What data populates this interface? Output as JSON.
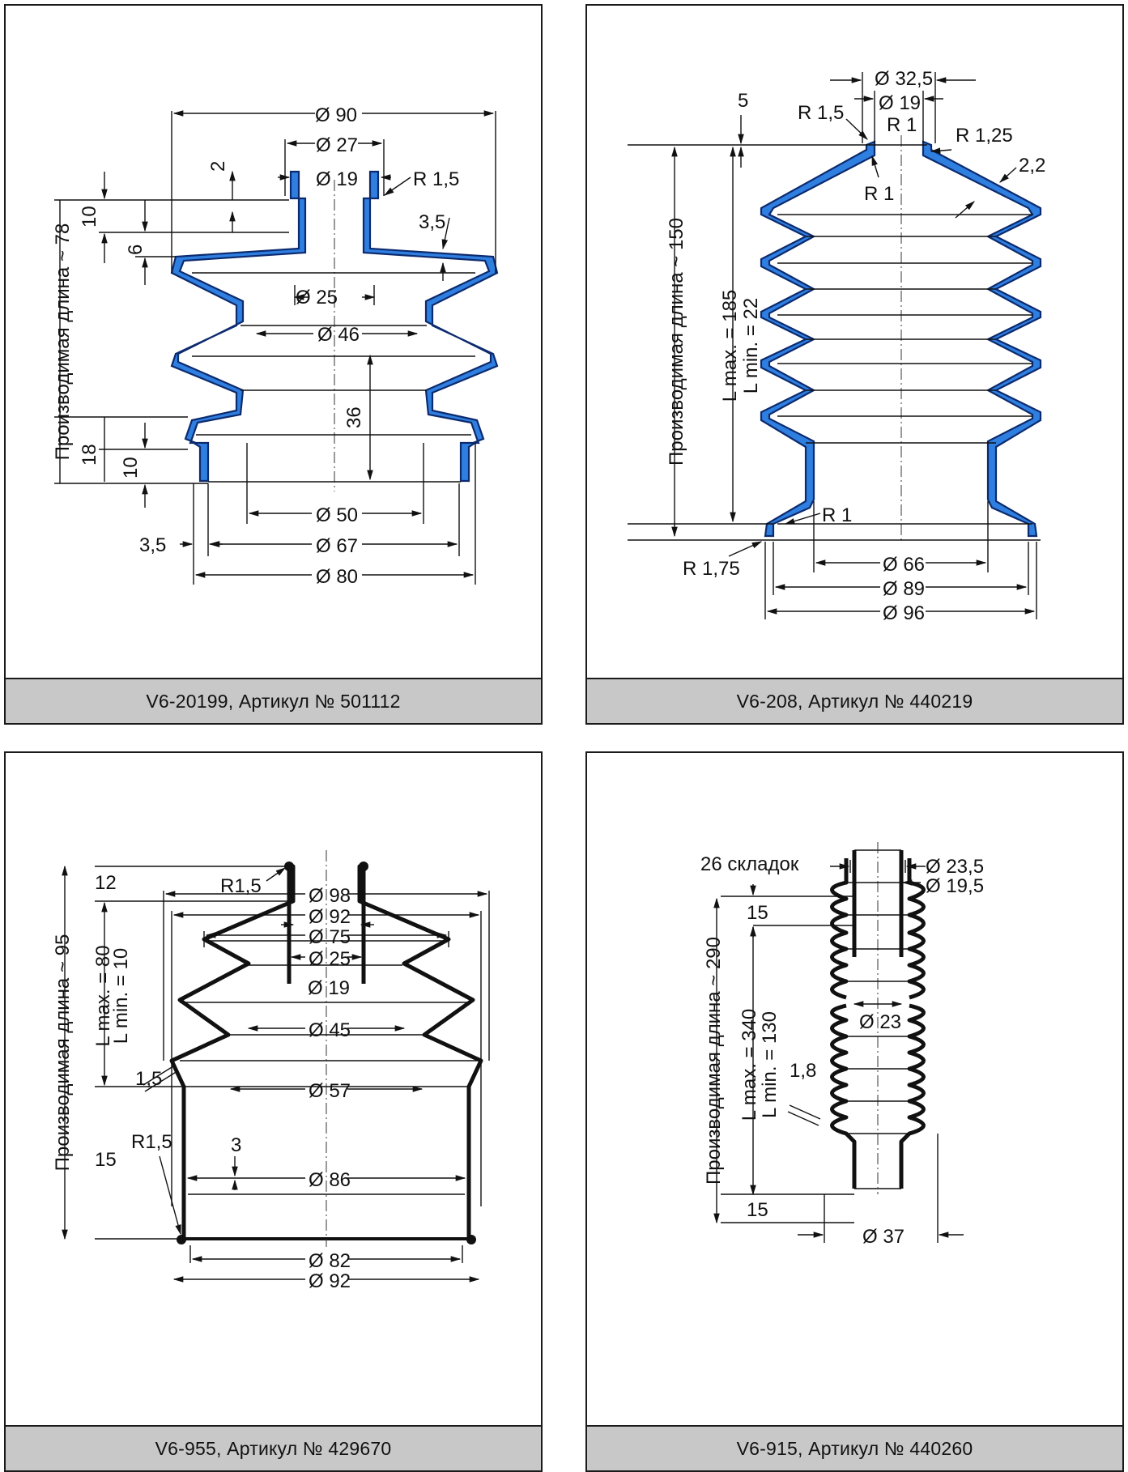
{
  "panels": [
    {
      "caption": "V6-20199, Артикул № 501112",
      "labels": {
        "d90": "Ø 90",
        "d27": "Ø 27",
        "d19": "Ø 19",
        "r15": "R 1,5",
        "d25": "Ø 25",
        "d46": "Ø 46",
        "d50": "Ø 50",
        "d67": "Ø 67",
        "d80": "Ø 80",
        "h2": "2",
        "h10": "10",
        "h6": "6",
        "t35a": "3,5",
        "h36": "36",
        "h18": "18",
        "h10b": "10",
        "t35b": "3,5",
        "length": "Производимая длина ~ 78"
      }
    },
    {
      "caption": "V6-208, Артикул № 440219",
      "labels": {
        "d325": "Ø 32,5",
        "d19": "Ø 19",
        "h5": "5",
        "r15": "R 1,5",
        "r1a": "R 1",
        "r125": "R 1,25",
        "t22": "2,2",
        "r1b": "R 1",
        "lmax": "L max. = 185",
        "lmin": "L min. = 22",
        "length": "Производимая длина ~ 150",
        "r1c": "R 1",
        "r175": "R 1,75",
        "d66": "Ø 66",
        "d89": "Ø 89",
        "d96": "Ø 96"
      }
    },
    {
      "caption": "V6-955, Артикул № 429670",
      "labels": {
        "d98": "Ø 98",
        "d92": "Ø 92",
        "d75": "Ø 75",
        "d25": "Ø 25",
        "h12": "12",
        "r15a": "R1,5",
        "d19": "Ø 19",
        "t15": "1,5",
        "d45": "Ø 45",
        "lmax": "L max. = 80",
        "lmin": "L min. = 10",
        "length": "Производимая длина ~ 95",
        "d57": "Ø 57",
        "h15": "15",
        "r15b": "R1,5",
        "h3": "3",
        "d86": "Ø 86",
        "d82": "Ø 82",
        "d92b": "Ø 92"
      }
    },
    {
      "caption": "V6-915, Артикул № 440260",
      "labels": {
        "folds": "26 складок",
        "d235": "Ø 23,5",
        "d195": "Ø 19,5",
        "h15a": "15",
        "length": "Производимая длина ~ 290",
        "lmax": "L max. = 340",
        "lmin": "L min. = 130",
        "d23": "Ø 23",
        "t18": "1,8",
        "h15b": "15",
        "d37": "Ø 37"
      }
    }
  ]
}
